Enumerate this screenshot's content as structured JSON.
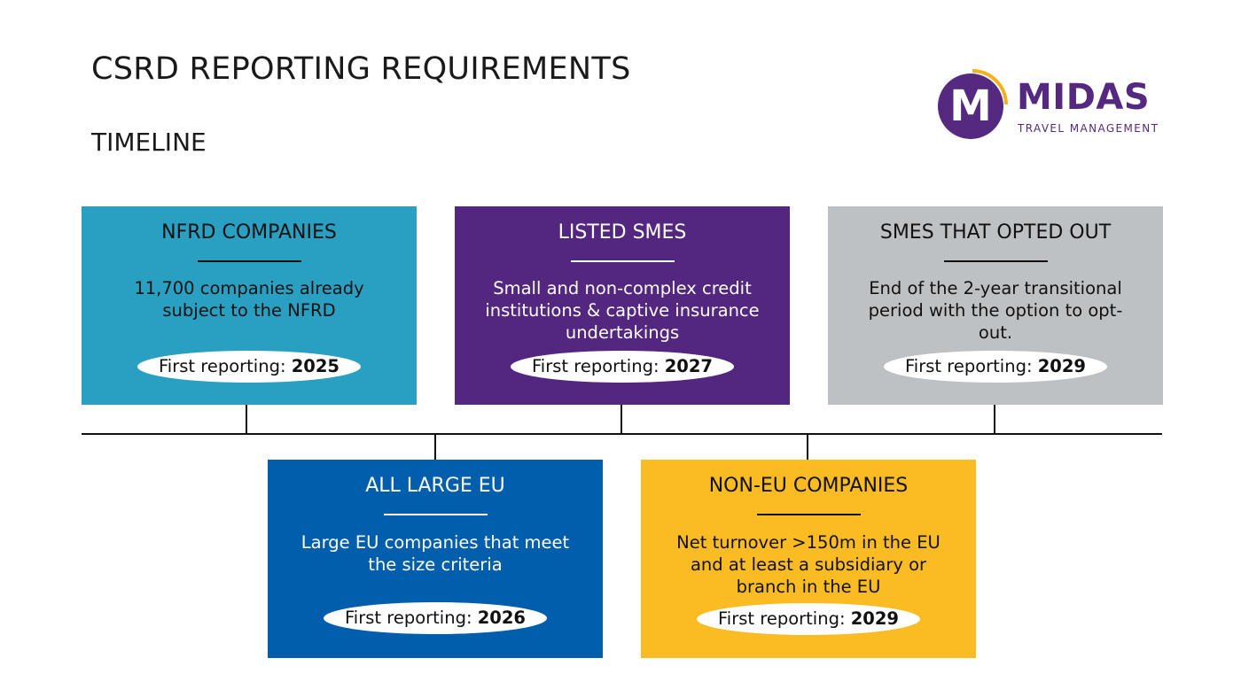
{
  "header": {
    "title": "CSRD REPORTING REQUIREMENTS",
    "subtitle": "TIMELINE"
  },
  "logo": {
    "letter": "M",
    "word": "MIDAS",
    "tagline": "TRAVEL MANAGEMENT",
    "colors": {
      "purple": "#55297f",
      "gold": "#f2b21c"
    }
  },
  "cards": [
    {
      "title": "NFRD COMPANIES",
      "desc": "11,700 companies already subject to the NFRD",
      "pill_label": "First reporting: ",
      "year": "2025",
      "color": "#29a0c2"
    },
    {
      "title": "ALL LARGE EU",
      "desc": "Large EU companies that meet the size criteria",
      "pill_label": "First reporting: ",
      "year": "2026",
      "color": "#005eac"
    },
    {
      "title": "LISTED SMES",
      "desc": "Small and non-complex credit institutions & captive insurance undertakings",
      "pill_label": "First reporting: ",
      "year": "2027",
      "color": "#532680"
    },
    {
      "title": "NON-EU COMPANIES",
      "desc": "Net turnover >150m in the EU and at least a subsidiary or branch in the EU",
      "pill_label": "First reporting: ",
      "year": "2029",
      "color": "#fbbb22"
    },
    {
      "title": "SMES THAT OPTED OUT",
      "desc": "End of the 2-year transitional period with the option to opt-out.",
      "pill_label": "First reporting: ",
      "year": "2029",
      "color": "#bec1c3"
    }
  ]
}
